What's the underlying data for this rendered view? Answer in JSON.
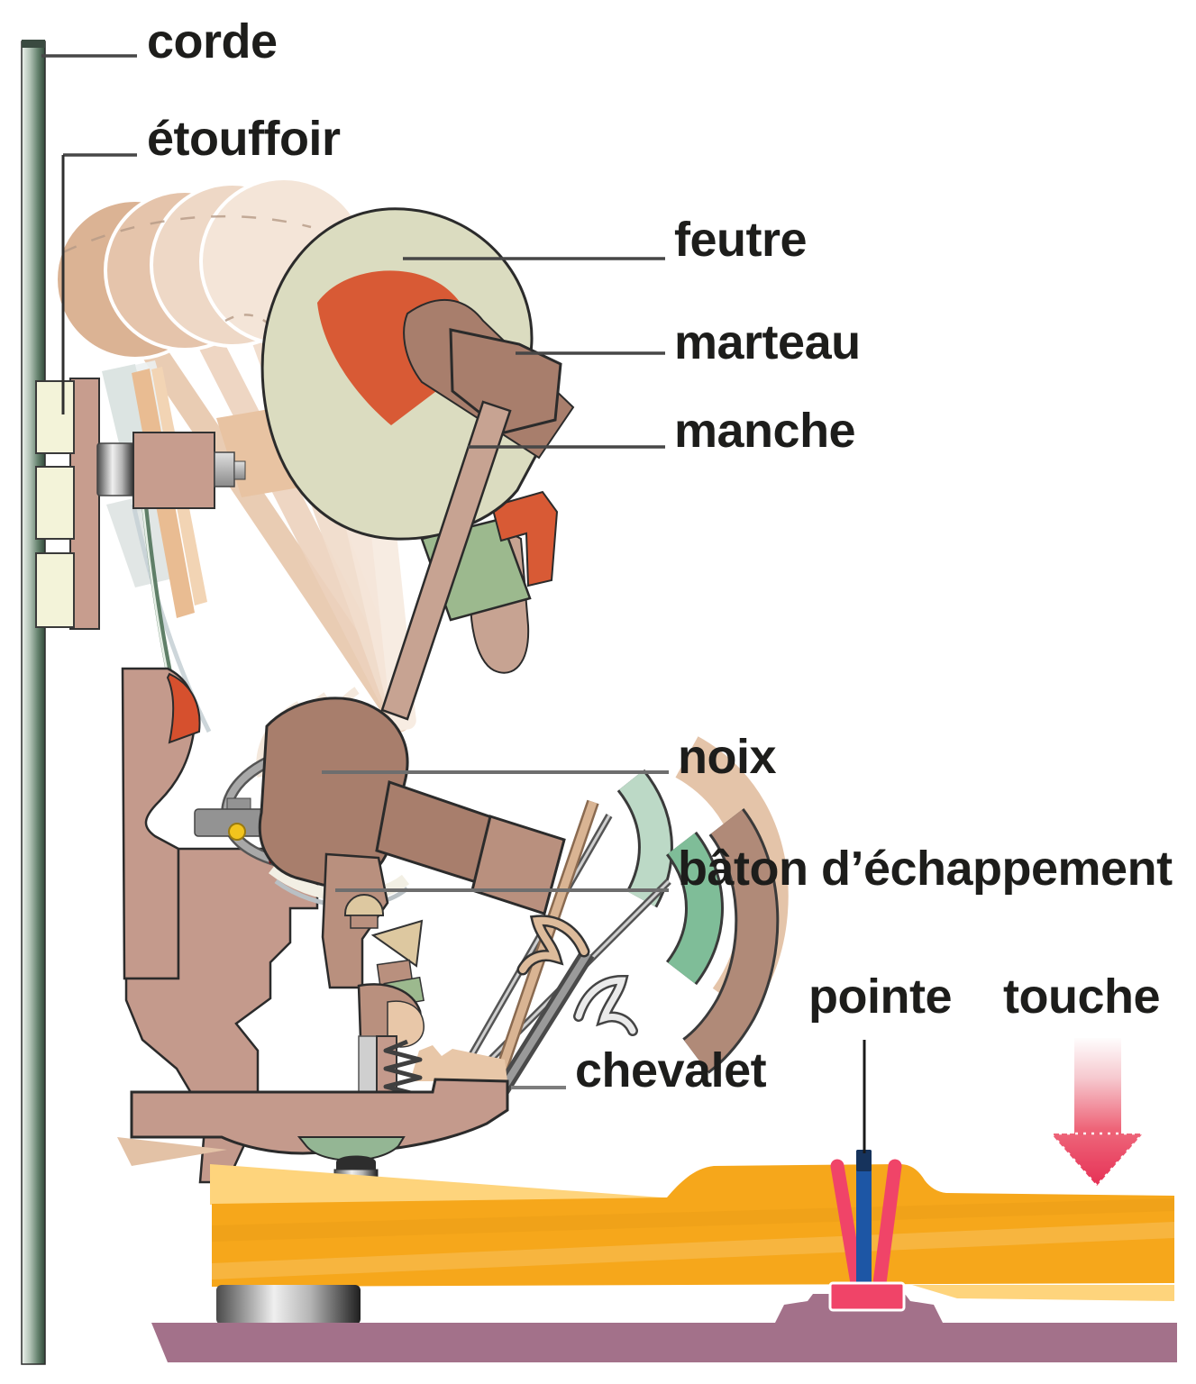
{
  "diagram": {
    "subject": "piano action mechanism cross-section",
    "labels": {
      "corde": "corde",
      "etouffoir": "étouffoir",
      "feutre": "feutre",
      "marteau": "marteau",
      "manche": "manche",
      "noix": "noix",
      "baton": "bâton d’échappement",
      "chevalet": "chevalet",
      "pointe": "pointe",
      "touche": "touche"
    },
    "colors": {
      "string_green": "#3e5c4b",
      "damper_felt_cream": "#f3f3d9",
      "hammer_felt_olive": "#dbdcc0",
      "felt_core_red": "#d85a35",
      "wood_brown": "#a87e6c",
      "wood_light": "#c7a392",
      "lever_pink_brown": "#c49a8c",
      "tan": "#e8c7a8",
      "green_accent": "#9cb98e",
      "mint_strip": "#bcd9c6",
      "green_strip": "#7fbd98",
      "key_orange": "#f6a71b",
      "key_light": "#fed47c",
      "base_purple": "#a3718a",
      "pin_blue": "#1d56a5",
      "bushing_pink": "#f04468",
      "arrow_red": "#e62a50",
      "label_text": "#1d1d1b",
      "leader_line": "#565656"
    }
  }
}
